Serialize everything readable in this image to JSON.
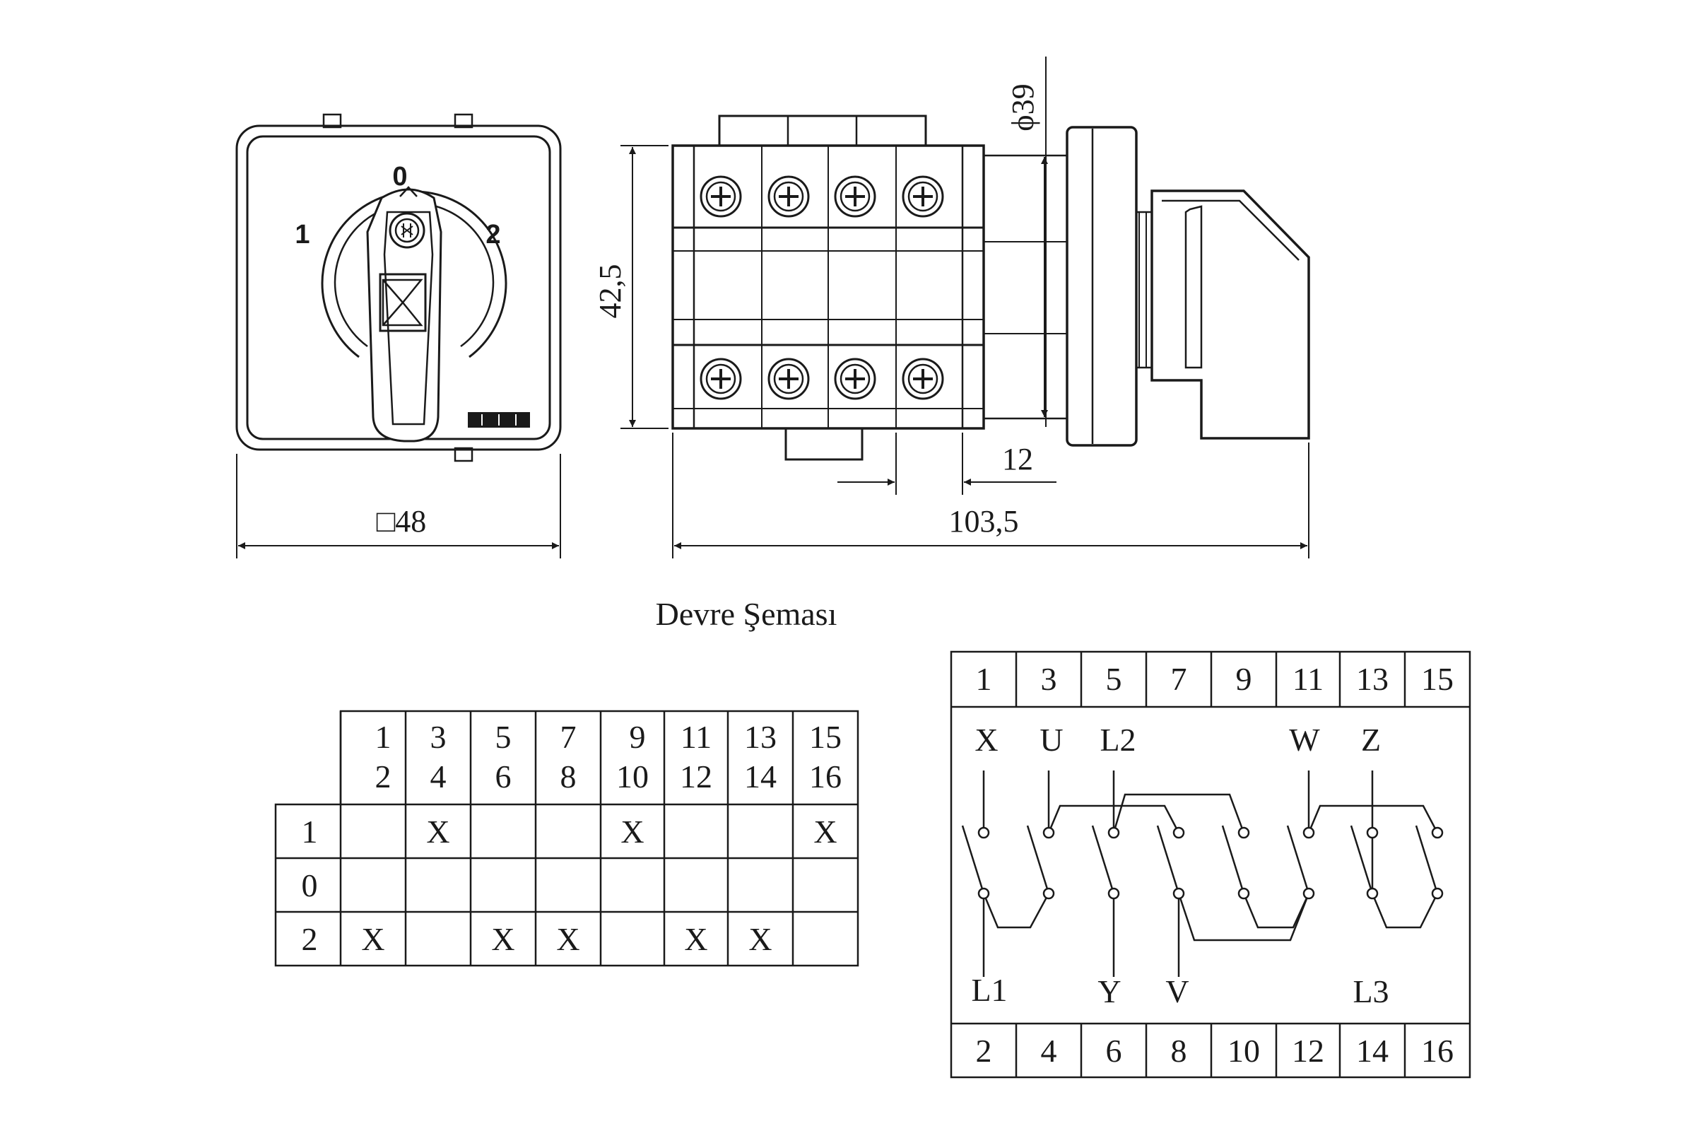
{
  "front_view": {
    "positions": [
      "0",
      "1",
      "2"
    ],
    "width_label": "□48"
  },
  "side_view": {
    "height_label": "42,5",
    "diameter_label": "ϕ39",
    "offset_label": "12",
    "length_label": "103,5"
  },
  "schema_title": "Devre Şeması",
  "contact_table": {
    "columns": [
      {
        "top": "1",
        "bottom": "2"
      },
      {
        "top": "3",
        "bottom": "4"
      },
      {
        "top": "5",
        "bottom": "6"
      },
      {
        "top": "7",
        "bottom": "8"
      },
      {
        "top": "9",
        "bottom": "10"
      },
      {
        "top": "11",
        "bottom": "12"
      },
      {
        "top": "13",
        "bottom": "14"
      },
      {
        "top": "15",
        "bottom": "16"
      }
    ],
    "rows": [
      {
        "label": "1",
        "cells": [
          "",
          "X",
          "",
          "",
          "X",
          "",
          "",
          "X"
        ]
      },
      {
        "label": "0",
        "cells": [
          "",
          "",
          "",
          "",
          "",
          "",
          "",
          ""
        ]
      },
      {
        "label": "2",
        "cells": [
          "X",
          "",
          "X",
          "X",
          "",
          "X",
          "X",
          ""
        ]
      }
    ]
  },
  "wiring": {
    "top_terminals": [
      "1",
      "3",
      "5",
      "7",
      "9",
      "11",
      "13",
      "15"
    ],
    "bottom_terminals": [
      "2",
      "4",
      "6",
      "8",
      "10",
      "12",
      "14",
      "16"
    ],
    "top_labels": [
      "X",
      "U",
      "L2",
      "W",
      "Z"
    ],
    "bottom_labels": [
      "L1",
      "Y",
      "V",
      "L3"
    ]
  }
}
